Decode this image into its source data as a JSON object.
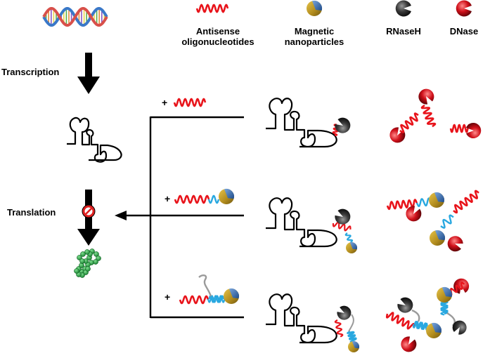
{
  "legend": {
    "antisense": "Antisense oligonucleotides",
    "antisense_line1": "Antisense",
    "antisense_line2": "oligonucleotides",
    "magnetic_line1": "Magnetic",
    "magnetic_line2": "nanoparticles",
    "rnaseh": "RNaseH",
    "dnase": "DNase"
  },
  "process": {
    "transcription": "Transcription",
    "translation": "Translation"
  },
  "rows": [
    {
      "plus": "+"
    },
    {
      "plus": "+"
    },
    {
      "plus": "+"
    }
  ],
  "colors": {
    "oligo_red": "#e8141b",
    "linker_blue": "#29a8e0",
    "linker_gray": "#9a9a9a",
    "particle_gold": "#b8911f",
    "particle_blue": "#2f5f9e",
    "rnaseh_dark": "#2a2a2a",
    "dnase_red": "#c0121a",
    "protein_green": "#1f9a3c",
    "dna_blue": "#3a78c8",
    "dna_red": "#d8504a"
  }
}
